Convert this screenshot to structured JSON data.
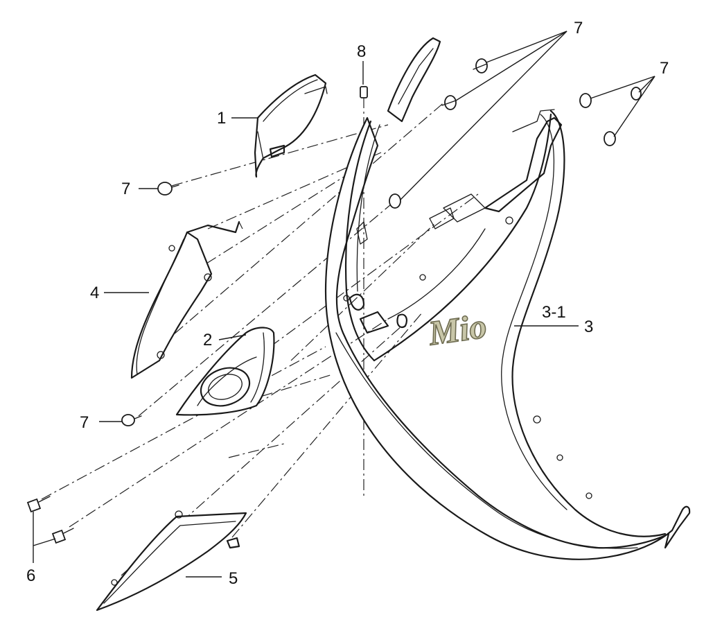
{
  "callouts": {
    "part_1": "1",
    "part_2": "2",
    "part_3": "3",
    "part_3_1": "3-1",
    "part_4": "4",
    "part_5": "5",
    "part_6": "6",
    "part_7": "7",
    "part_8": "8"
  },
  "logo": {
    "text": "Mio",
    "fill_color": "#c8c6a8",
    "stroke_color": "#6d6b50"
  },
  "colors": {
    "line": "#1a1a1a",
    "background": "#ffffff"
  }
}
